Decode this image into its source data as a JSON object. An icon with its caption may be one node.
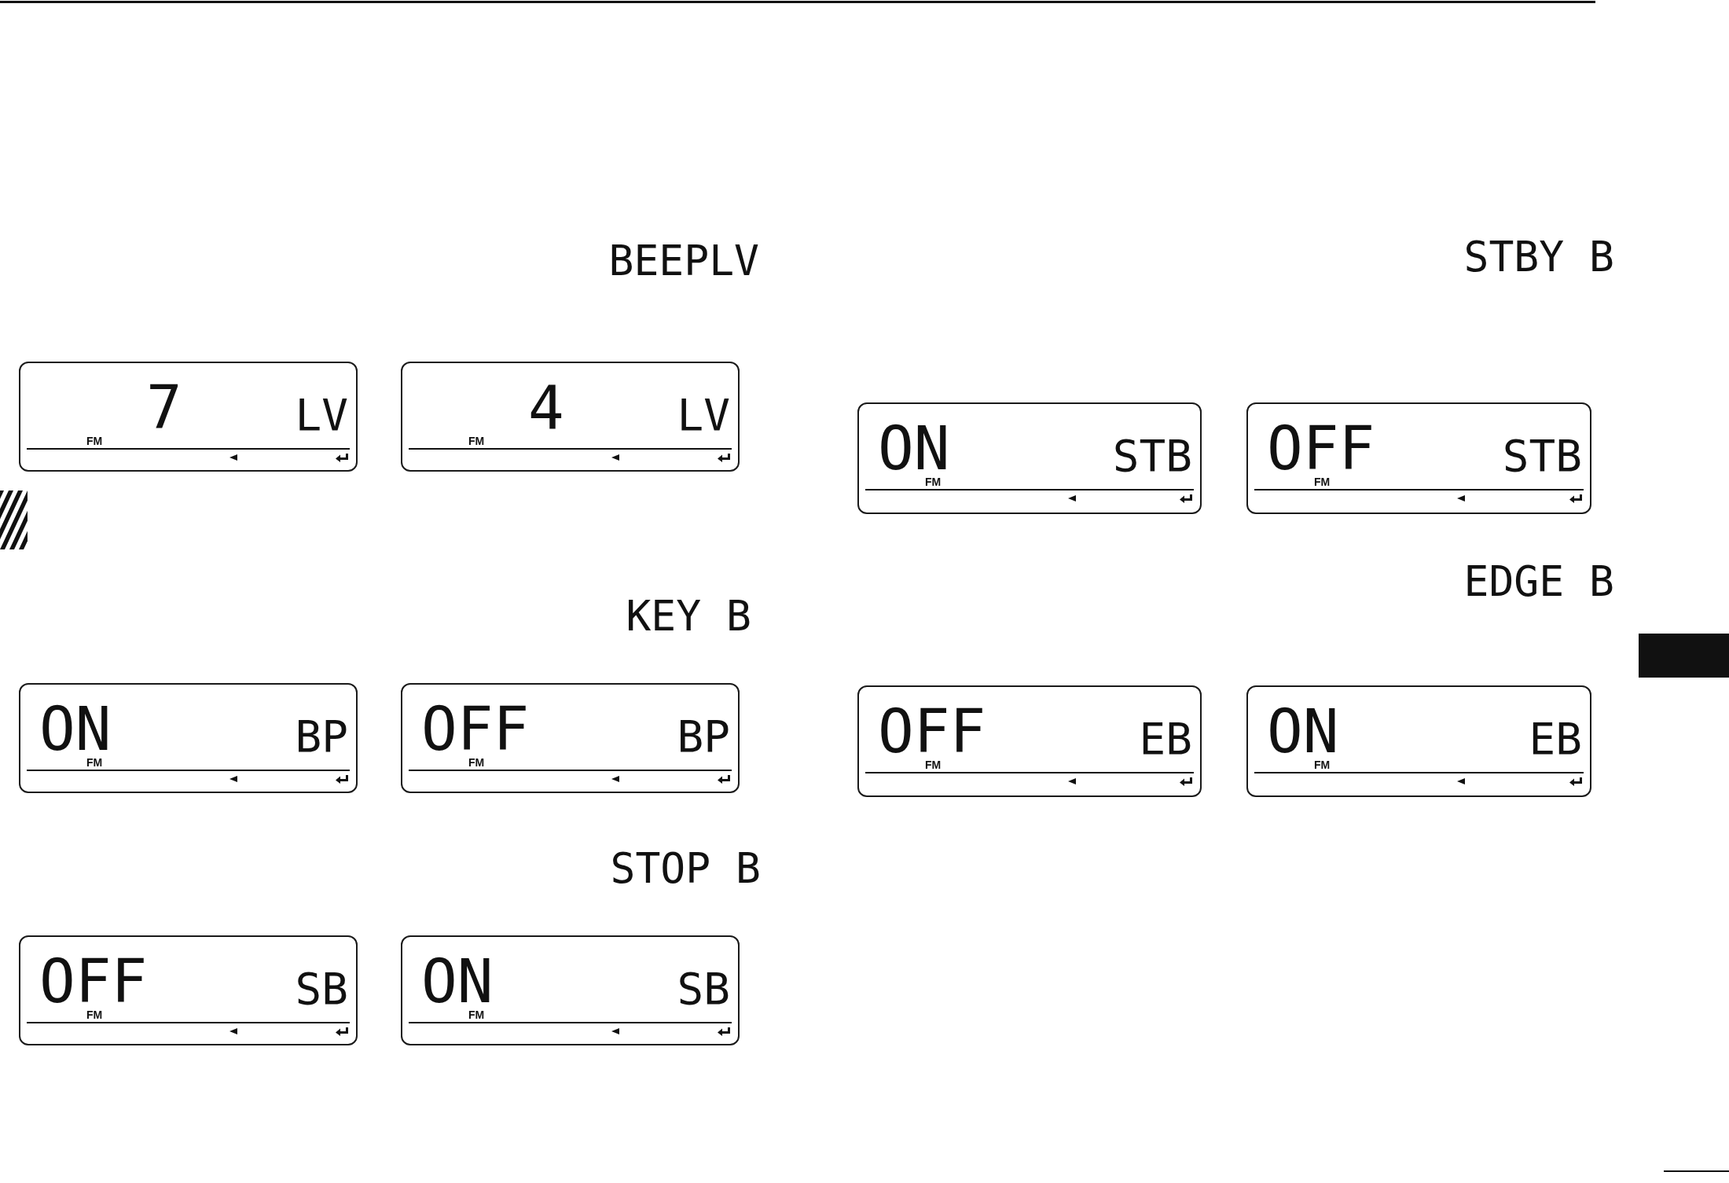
{
  "diagram": {
    "nodes": [
      {
        "text": [
          "7",
          "LV",
          "FM"
        ]
      },
      {
        "text": [
          "4",
          "LV",
          "FM"
        ]
      },
      {
        "text": [
          "ON",
          "BP",
          "FM"
        ]
      },
      {
        "text": [
          "OFF",
          "BP",
          "FM"
        ]
      },
      {
        "text": [
          "OFF",
          "SB",
          "FM"
        ]
      },
      {
        "text": [
          "ON",
          "SB",
          "FM"
        ]
      },
      {
        "text": [
          "ON",
          "STB",
          "FM"
        ]
      },
      {
        "text": [
          "OFF",
          "STB",
          "FM"
        ]
      },
      {
        "text": [
          "OFF",
          "EB",
          "FM"
        ]
      },
      {
        "text": [
          "ON",
          "EB",
          "FM"
        ]
      }
    ],
    "labels": [
      "BEEPLV",
      "KEY B",
      "STOP B",
      "STBY B",
      "EDGE B"
    ]
  }
}
